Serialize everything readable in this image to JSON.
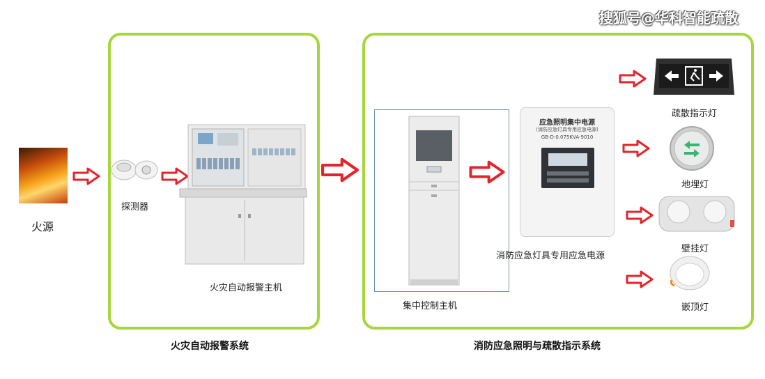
{
  "watermark": "搜狐号@华科智能疏散",
  "fire_source": {
    "label": "火源"
  },
  "detector": {
    "label": "探测器"
  },
  "fire_alarm_host": {
    "label": "火灾自动报警主机"
  },
  "fire_alarm_system": {
    "caption": "火灾自动报警系统"
  },
  "central_control_host": {
    "label": "集中控制主机"
  },
  "emergency_power": {
    "label": "消防应急灯具专用应急电源",
    "title_line1": "应急照明集中电源",
    "title_line2": "(消防应急灯具专用应急电源)",
    "model": "GB-D-0.075KVA-9010"
  },
  "lamps": [
    {
      "label": "疏散指示灯",
      "icon": "exit-sign-icon"
    },
    {
      "label": "地埋灯",
      "icon": "floor-lamp-icon"
    },
    {
      "label": "壁挂灯",
      "icon": "wall-lamp-icon"
    },
    {
      "label": "嵌顶灯",
      "icon": "ceiling-lamp-icon"
    }
  ],
  "emergency_system": {
    "caption": "消防应急照明与疏散指示系统"
  },
  "colors": {
    "panel_border": "#a6d63a",
    "arrow": "#e3242b"
  }
}
